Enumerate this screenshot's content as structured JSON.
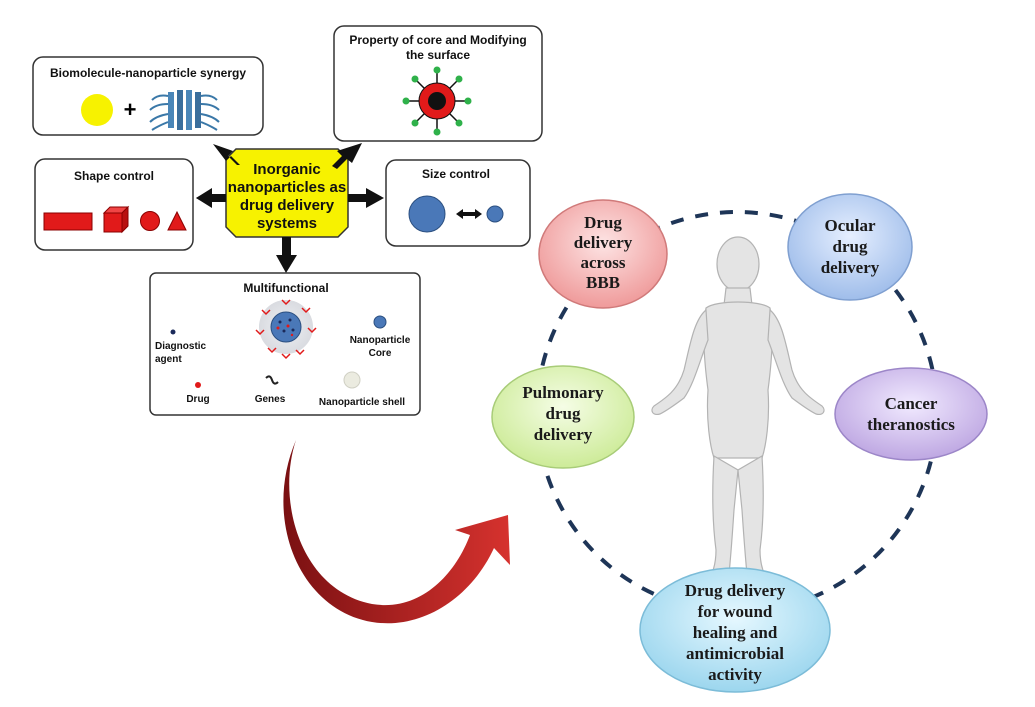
{
  "center": {
    "lines": [
      "Inorganic",
      "nanoparticles as",
      "drug delivery",
      "systems"
    ]
  },
  "boxes": {
    "biomolecule": {
      "title": "Biomolecule-nanoparticle synergy"
    },
    "property": {
      "title_line1": "Property of core and Modifying",
      "title_line2": "the surface"
    },
    "shape": {
      "title": "Shape control"
    },
    "size": {
      "title": "Size control"
    },
    "multifunctional": {
      "title": "Multifunctional",
      "diagnostic_line1": "Diagnostic",
      "diagnostic_line2": "agent",
      "core_line1": "Nanoparticle",
      "core_line2": "Core",
      "drug": "Drug",
      "genes": "Genes",
      "shell": "Nanoparticle  shell"
    }
  },
  "applications": {
    "bbb": [
      "Drug",
      "delivery",
      "across",
      "BBB"
    ],
    "ocular": [
      "Ocular",
      "drug",
      "delivery"
    ],
    "pulmonary": [
      "Pulmonary",
      "drug",
      "delivery"
    ],
    "cancer": [
      "Cancer",
      "theranostics"
    ],
    "wound": [
      "Drug delivery",
      "for wound",
      "healing and",
      "antimicrobial",
      "activity"
    ]
  },
  "colors": {
    "center_fill": "#f7f200",
    "box_border": "#333333",
    "shape_red": "#e11a1a",
    "size_blue": "#4a78b8",
    "dashed_circle": "#1e3557",
    "curved_arrow": "#b01e22",
    "bbb_fill": "#f3a3a3",
    "ocular_fill": "#a9c6f0",
    "pulmonary_fill": "#d5f0a4",
    "cancer_fill": "#c7b3e6",
    "wound_fill": "#a6dcf0"
  },
  "icons": [
    "body-figure-icon",
    "curved-arrow-icon",
    "nanoparticle-icon",
    "dna-helix-icon"
  ]
}
